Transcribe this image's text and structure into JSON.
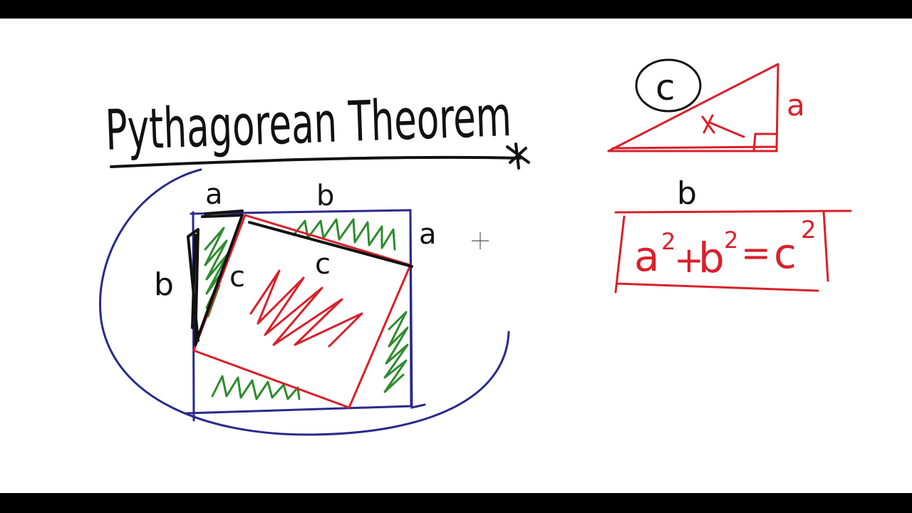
{
  "title": "Pythagorean Theorem",
  "colors": {
    "background": "#ffffff",
    "letterbox": "#000000",
    "ink_black": "#111111",
    "ink_blue": "#2a2a8c",
    "ink_red": "#d9202a",
    "ink_green": "#2e8b2e"
  },
  "square_labels": {
    "top_a": "a",
    "top_b": "b",
    "right_a": "a",
    "left_b": "b",
    "triangle_c": "c",
    "inner_c": "c"
  },
  "triangle_labels": {
    "hypotenuse": "c",
    "vertical_leg": "a",
    "horizontal_leg": "b",
    "angle_mark": "x"
  },
  "formula": {
    "a": "a",
    "exp_a": "2",
    "plus": "+",
    "b": "b",
    "exp_b": "2",
    "equals": "=",
    "c": "c",
    "exp_c": "2"
  },
  "icons": {
    "cursor": "crosshair-cursor-icon"
  }
}
